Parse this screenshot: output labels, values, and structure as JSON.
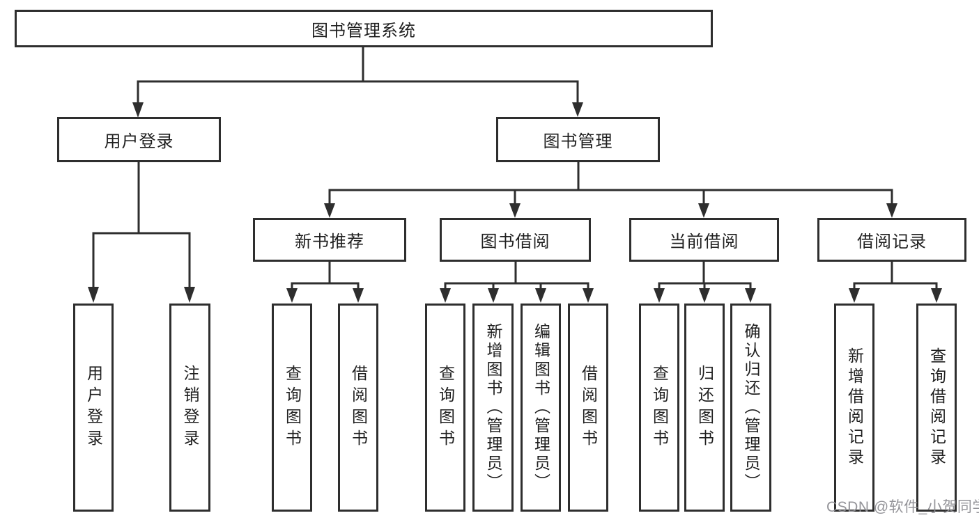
{
  "diagram": {
    "title": "图书管理系统",
    "nodes": {
      "root": {
        "label": "图书管理系统"
      },
      "level2": [
        {
          "label": "用户登录"
        },
        {
          "label": "图书管理"
        }
      ],
      "level3": [
        {
          "label": "新书推荐",
          "parent": "图书管理"
        },
        {
          "label": "图书借阅",
          "parent": "图书管理"
        },
        {
          "label": "当前借阅",
          "parent": "图书管理"
        },
        {
          "label": "借阅记录",
          "parent": "图书管理"
        }
      ],
      "leaves": [
        {
          "label": "用户登录",
          "parent": "用户登录"
        },
        {
          "label": "注销登录",
          "parent": "用户登录"
        },
        {
          "label": "查询图书",
          "parent": "新书推荐"
        },
        {
          "label": "借阅图书",
          "parent": "新书推荐"
        },
        {
          "label": "查询图书",
          "parent": "图书借阅"
        },
        {
          "label": "新增图书（管理员）",
          "parent": "图书借阅"
        },
        {
          "label": "编辑图书（管理员）",
          "parent": "图书借阅"
        },
        {
          "label": "借阅图书",
          "parent": "图书借阅"
        },
        {
          "label": "查询图书",
          "parent": "当前借阅"
        },
        {
          "label": "归还图书",
          "parent": "当前借阅"
        },
        {
          "label": "确认归还（管理员）",
          "parent": "当前借阅"
        },
        {
          "label": "新增借阅记录",
          "parent": "借阅记录"
        },
        {
          "label": "查询借阅记录",
          "parent": "借阅记录"
        }
      ]
    },
    "colors": {
      "line": "#2e2e2e",
      "text": "#1f1f1f",
      "background": "#ffffff",
      "watermark": "#8e8e94"
    }
  },
  "watermark": {
    "text": "CSDN @软件_小贺同学"
  }
}
